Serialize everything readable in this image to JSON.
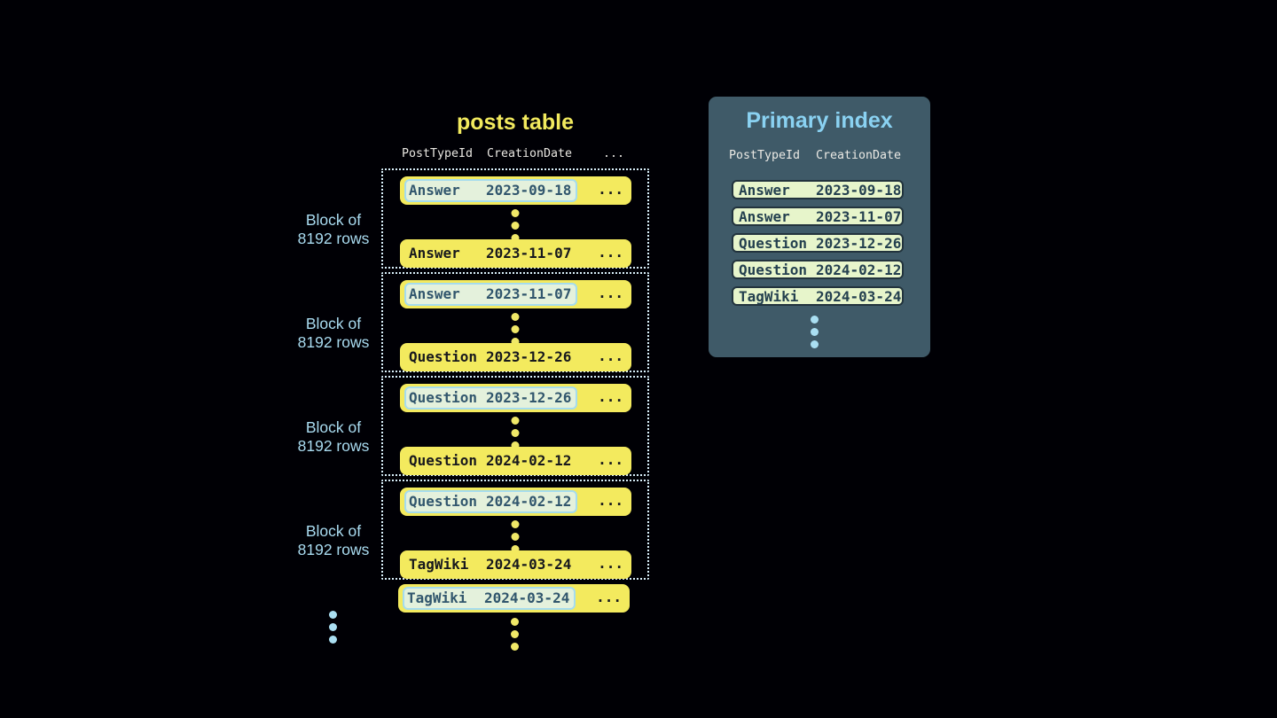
{
  "posts_table": {
    "title": "posts table",
    "columns": [
      "PostTypeId",
      "CreationDate",
      "..."
    ],
    "row_ellipsis": "...",
    "block_label": {
      "line1": "Block of",
      "line2": "8192 rows"
    },
    "blocks": [
      {
        "first": {
          "type": "Answer",
          "date": "2023-09-18"
        },
        "last": {
          "type": "Answer",
          "date": "2023-11-07"
        }
      },
      {
        "first": {
          "type": "Answer",
          "date": "2023-11-07"
        },
        "last": {
          "type": "Question",
          "date": "2023-12-26"
        }
      },
      {
        "first": {
          "type": "Question",
          "date": "2023-12-26"
        },
        "last": {
          "type": "Question",
          "date": "2024-02-12"
        }
      },
      {
        "first": {
          "type": "Question",
          "date": "2024-02-12"
        },
        "last": {
          "type": "TagWiki",
          "date": "2024-03-24"
        }
      }
    ],
    "overflow_row": {
      "type": "TagWiki",
      "date": "2024-03-24"
    }
  },
  "primary_index": {
    "title": "Primary index",
    "columns": [
      "PostTypeId",
      "CreationDate"
    ],
    "rows": [
      {
        "type": "Answer",
        "date": "2023-09-18"
      },
      {
        "type": "Answer",
        "date": "2023-11-07"
      },
      {
        "type": "Question",
        "date": "2023-12-26"
      },
      {
        "type": "Question",
        "date": "2024-02-12"
      },
      {
        "type": "TagWiki",
        "date": "2024-03-24"
      }
    ]
  },
  "colors": {
    "background": "#000005",
    "row_yellow": "#f3ea5e",
    "row_text_dark": "#17181d",
    "highlight_bg": "#e4f1dc",
    "highlight_border": "#a5dcee",
    "highlight_text": "#31566d",
    "block_border_dotted": "#d9f0fa",
    "label_blue": "#a9dbf0",
    "panel_bg": "#3f5a68",
    "panel_title_blue": "#8ad2f2",
    "index_row_bg": "#e7f5cb",
    "index_row_border": "#22333d",
    "index_row_text": "#24404f",
    "header_text": "#e9e7e2",
    "title_yellow": "#f2ea5e"
  }
}
